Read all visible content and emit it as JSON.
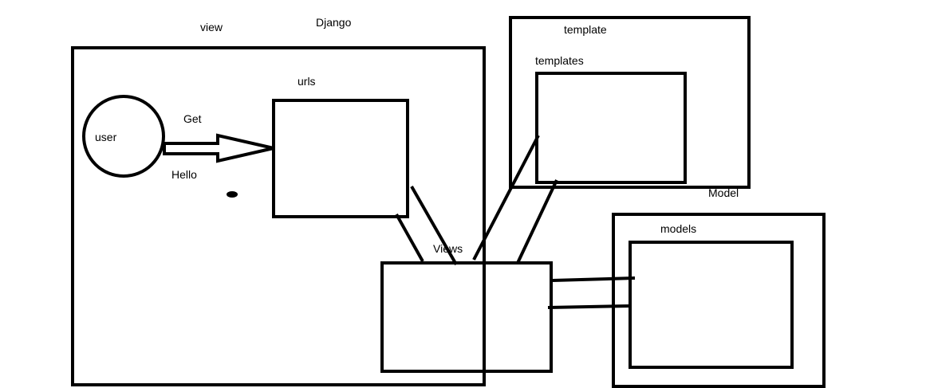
{
  "diagram": {
    "labels": {
      "view": "view",
      "django": "Django",
      "template": "template",
      "templates": "templates",
      "urls": "urls",
      "get": "Get",
      "hello": "Hello",
      "user": "user",
      "views": "Views",
      "model": "Model",
      "models": "models"
    },
    "colors": {
      "stroke": "#000000",
      "background": "#ffffff"
    }
  }
}
